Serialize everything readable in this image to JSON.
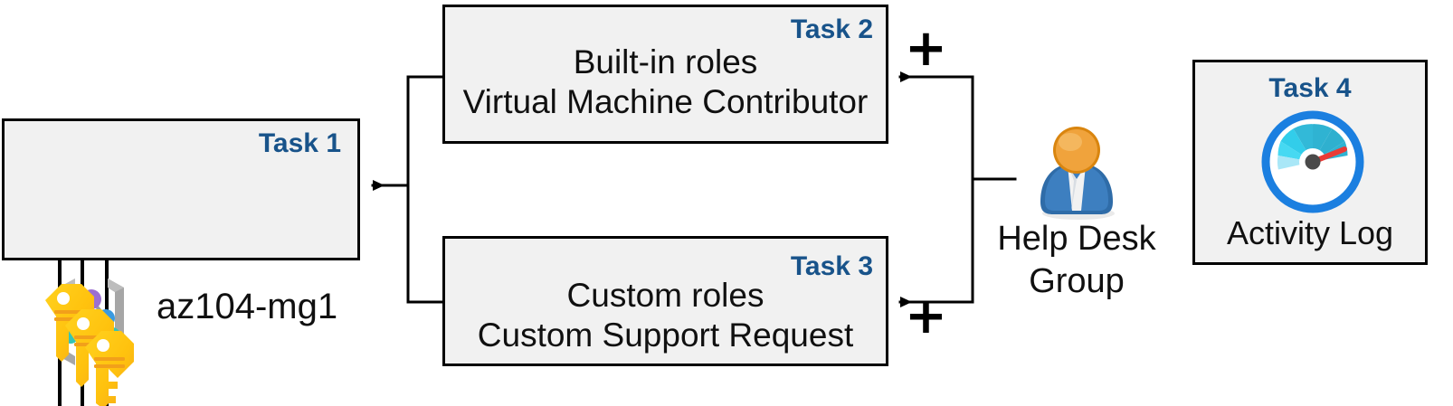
{
  "diagram": {
    "title": "Azure RBAC role assignment diagram",
    "accent_color": "#18538a",
    "box_fill": "#f1f1f1",
    "box_border": "#000000"
  },
  "tasks": [
    {
      "id": "task1",
      "label": "Task 1",
      "title": "az104-mg1",
      "icon": "management-group-icon"
    },
    {
      "id": "task2",
      "label": "Task 2",
      "line1": "Built-in roles",
      "line2": "Virtual Machine Contributor"
    },
    {
      "id": "task3",
      "label": "Task 3",
      "line1": "Custom roles",
      "line2": "Custom Support Request"
    },
    {
      "id": "task4",
      "label": "Task 4",
      "title": "Activity Log",
      "icon": "activity-log-gauge-icon"
    }
  ],
  "actor": {
    "name": "helpdesk-group",
    "line1": "Help Desk",
    "line2": "Group",
    "icon": "user-person-icon"
  },
  "operators": {
    "plus_top": "+",
    "plus_bottom": "+"
  },
  "decorations": {
    "keys_icon": "keys-icon",
    "keys_count": 3
  }
}
